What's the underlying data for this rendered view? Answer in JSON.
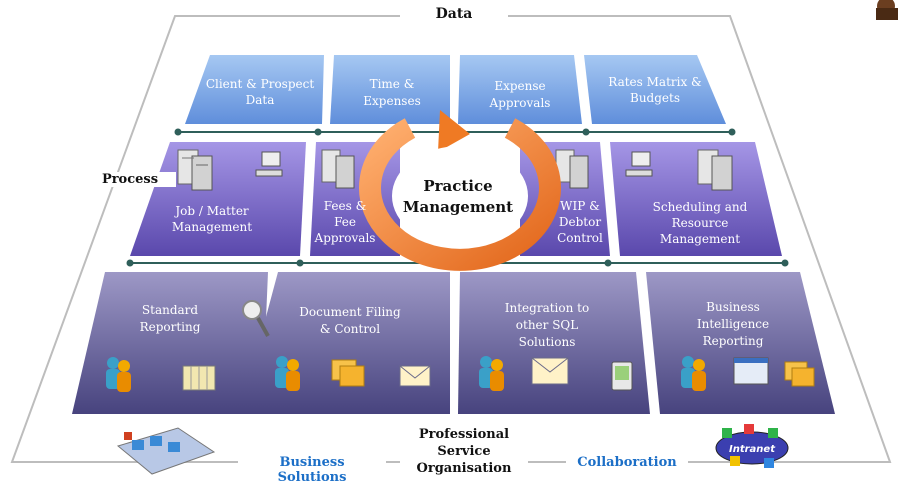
{
  "frame": {
    "top_label": "Data",
    "left_label": "Process",
    "bottom_label": [
      "Professional",
      "Service",
      "Organisation"
    ],
    "bottom_left_label": "Business Solutions",
    "bottom_right_label": "Collaboration",
    "intranet_label": "Intranet"
  },
  "center": {
    "title_line1": "Practice",
    "title_line2": "Management"
  },
  "rows": {
    "data": [
      {
        "lines": [
          "Client & Prospect",
          "Data"
        ]
      },
      {
        "lines": [
          "Time &",
          "Expenses"
        ]
      },
      {
        "lines": [
          "Expense",
          "Approvals"
        ]
      },
      {
        "lines": [
          "Rates Matrix &",
          "Budgets"
        ]
      }
    ],
    "process": [
      {
        "lines": [
          "Job / Matter",
          "Management"
        ]
      },
      {
        "lines": [
          "Fees &",
          "Fee",
          "Approvals"
        ]
      },
      {
        "lines": [
          "WIP &",
          "Debtor",
          "Control"
        ]
      },
      {
        "lines": [
          "Scheduling and",
          "Resource",
          "Management"
        ]
      }
    ],
    "solutions": [
      {
        "lines": [
          "Standard",
          "Reporting"
        ]
      },
      {
        "lines": [
          "Document Filing",
          "& Control"
        ]
      },
      {
        "lines": [
          "Integration to",
          "other SQL",
          "Solutions"
        ]
      },
      {
        "lines": [
          "Business",
          "Intelligence",
          "Reporting"
        ]
      }
    ]
  },
  "colors": {
    "data_top": "#9fc2ef",
    "data_bottom": "#5f8fdc",
    "process_top": "#9e8fe0",
    "process_bottom": "#5b4aae",
    "solutions_top": "#9b97c4",
    "solutions_bottom": "#4a4681",
    "arrow": "#f07f2a"
  }
}
